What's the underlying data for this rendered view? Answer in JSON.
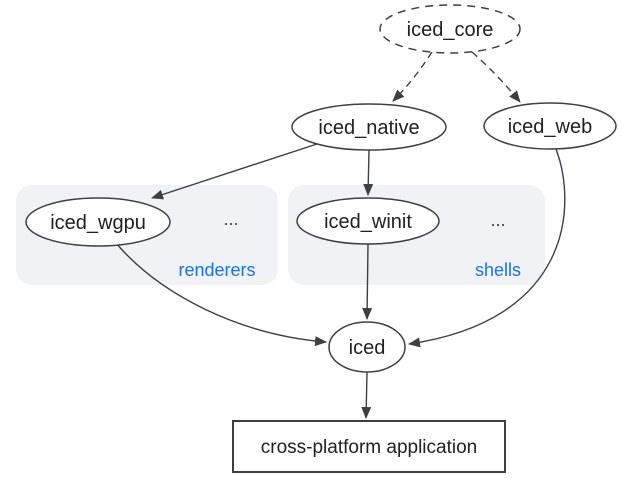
{
  "diagram": {
    "nodes": {
      "iced_core": {
        "label": "iced_core",
        "shape": "ellipse-dashed"
      },
      "iced_native": {
        "label": "iced_native",
        "shape": "ellipse"
      },
      "iced_web": {
        "label": "iced_web",
        "shape": "ellipse"
      },
      "iced_wgpu": {
        "label": "iced_wgpu",
        "shape": "ellipse"
      },
      "iced_winit": {
        "label": "iced_winit",
        "shape": "ellipse"
      },
      "iced": {
        "label": "iced",
        "shape": "ellipse"
      },
      "app": {
        "label": "cross-platform application",
        "shape": "rect"
      }
    },
    "groups": {
      "renderers": {
        "label": "renderers",
        "ellipsis": "...",
        "members": [
          "iced_wgpu"
        ]
      },
      "shells": {
        "label": "shells",
        "ellipsis": "...",
        "members": [
          "iced_winit"
        ]
      }
    },
    "edges": [
      {
        "from": "iced_core",
        "to": "iced_native",
        "style": "dashed"
      },
      {
        "from": "iced_core",
        "to": "iced_web",
        "style": "dashed"
      },
      {
        "from": "iced_native",
        "to": "iced_wgpu",
        "style": "solid"
      },
      {
        "from": "iced_native",
        "to": "iced_winit",
        "style": "solid"
      },
      {
        "from": "iced_wgpu",
        "to": "iced",
        "style": "solid"
      },
      {
        "from": "iced_winit",
        "to": "iced",
        "style": "solid"
      },
      {
        "from": "iced_web",
        "to": "iced",
        "style": "solid"
      },
      {
        "from": "iced",
        "to": "app",
        "style": "solid"
      }
    ],
    "colors": {
      "accent_blue": "#1a73e8",
      "stroke": "#3c4043",
      "text": "#202124",
      "group_fill": "#f0f2f5"
    }
  }
}
